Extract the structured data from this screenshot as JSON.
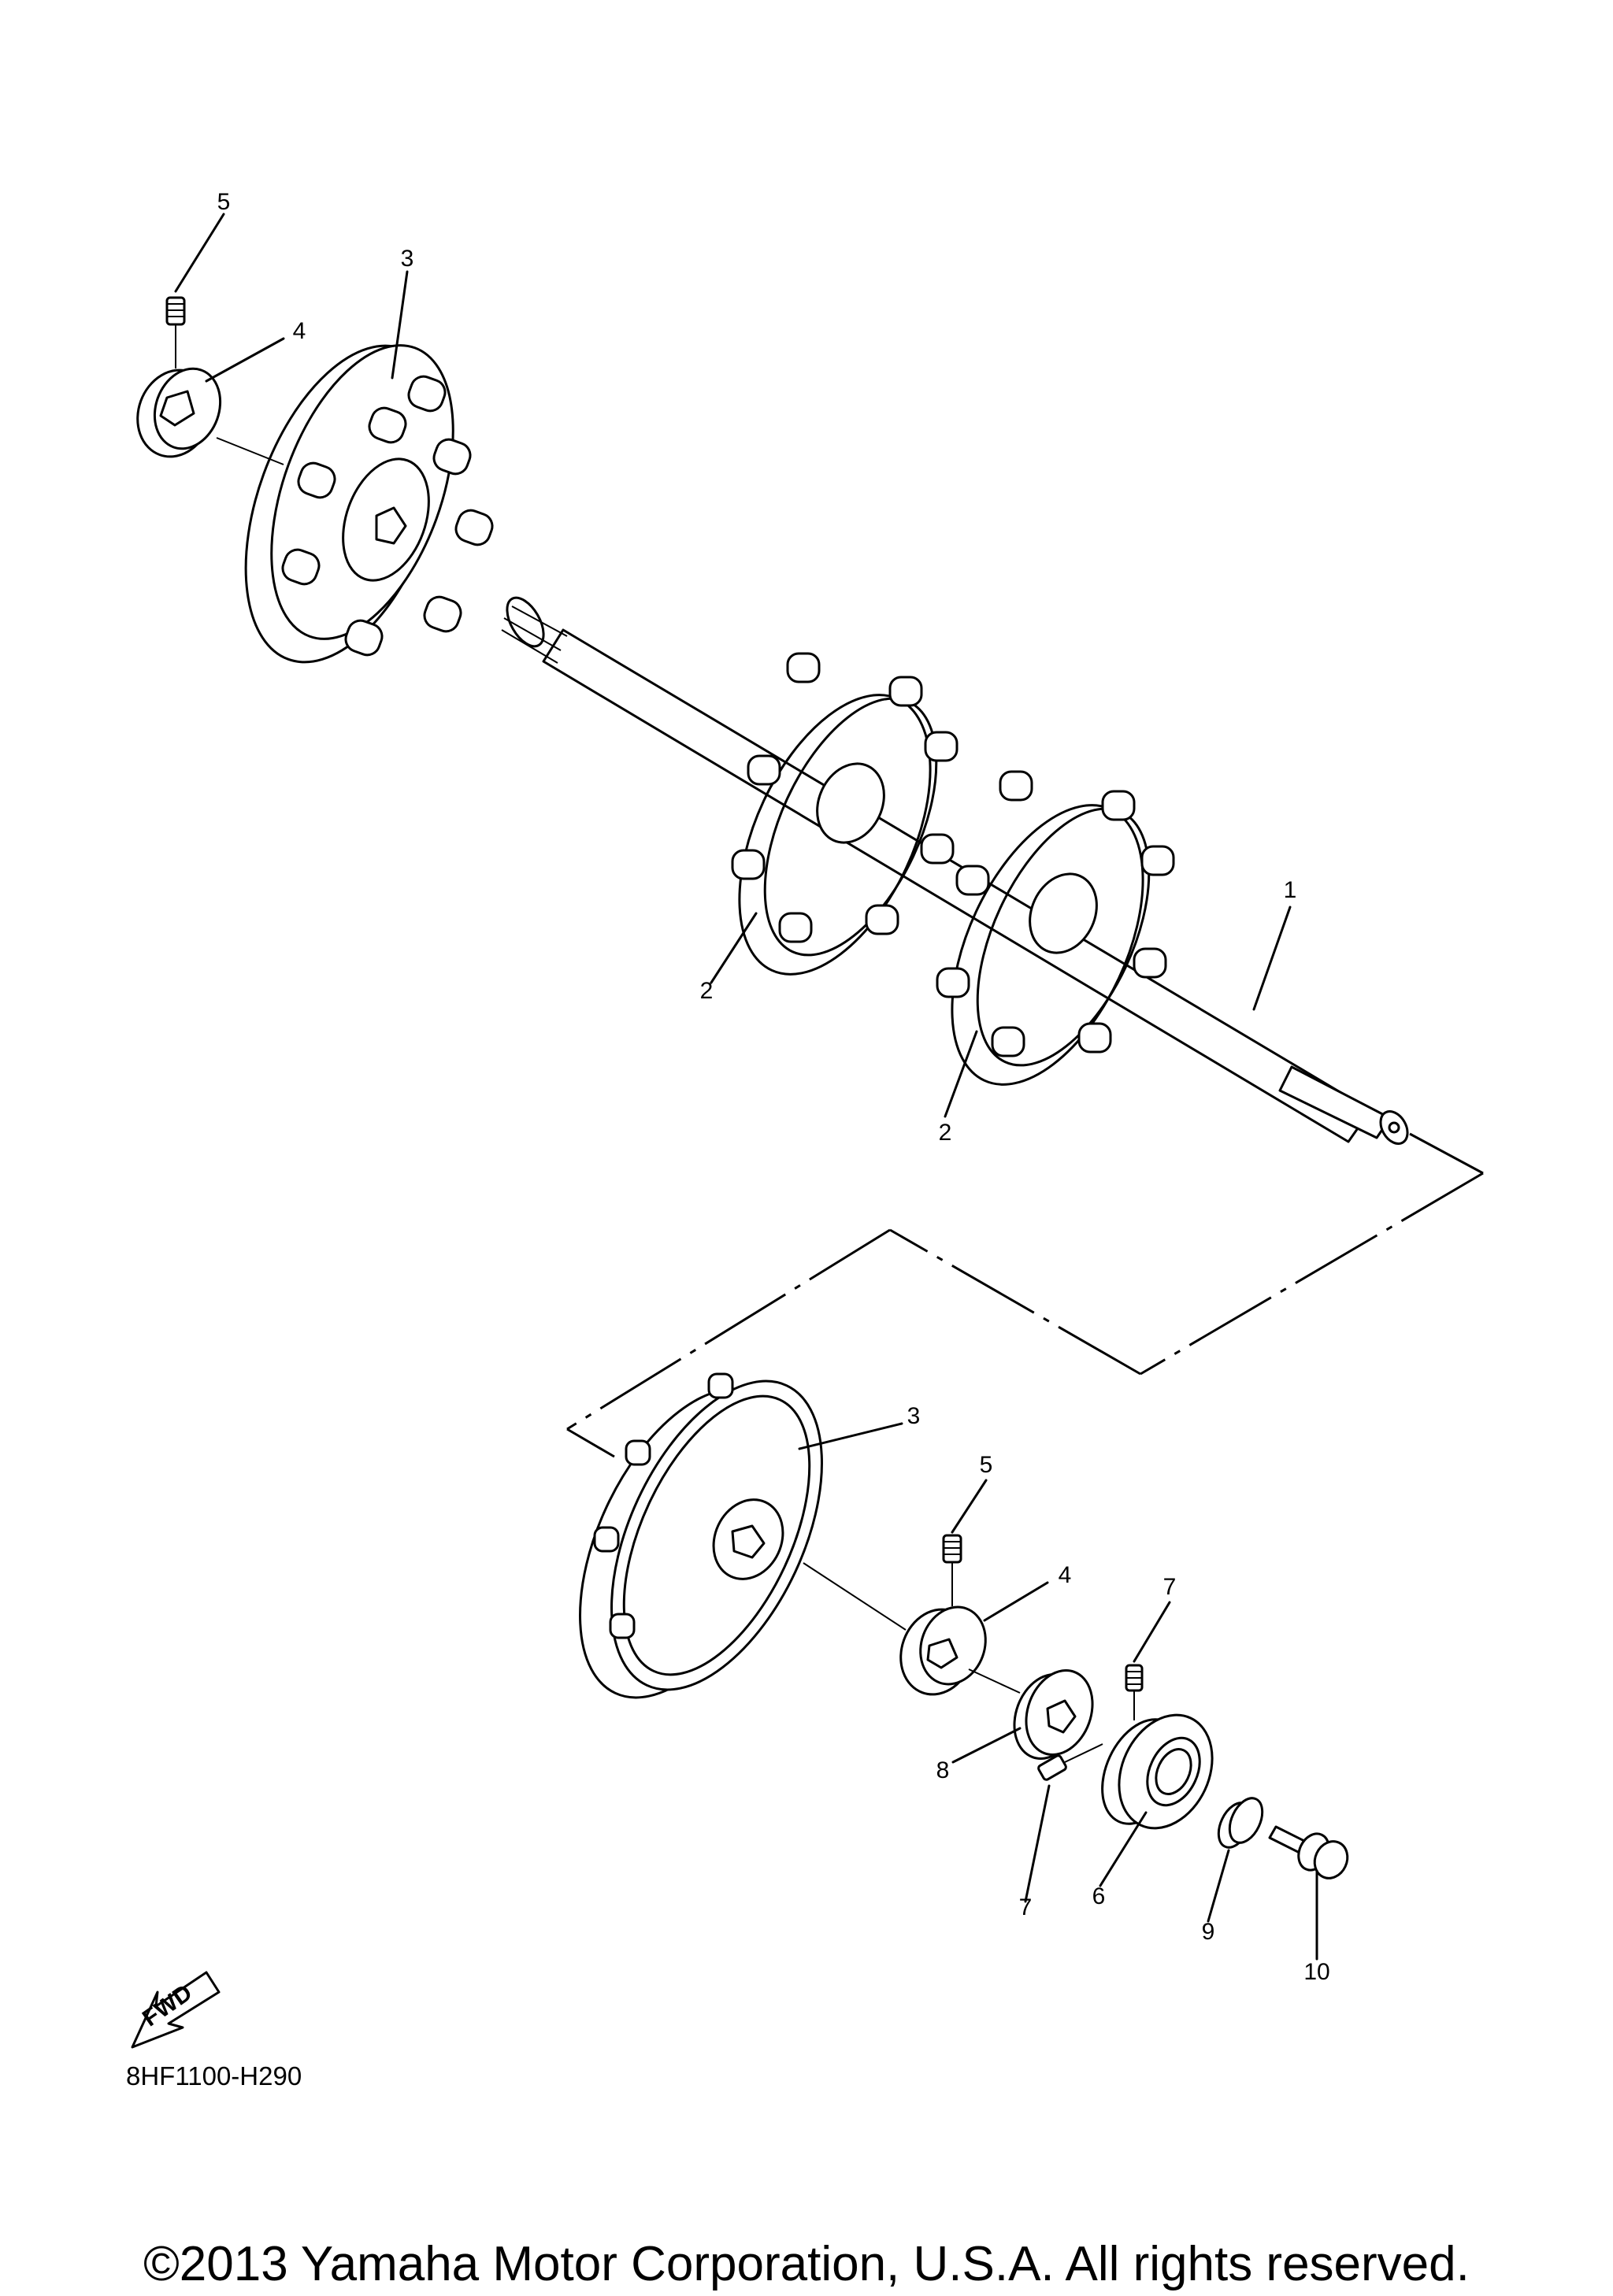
{
  "diagram": {
    "callouts": {
      "top_5": "5",
      "top_4": "4",
      "top_3": "3",
      "shaft_1": "1",
      "sprocket_2a": "2",
      "sprocket_2b": "2",
      "lower_3": "3",
      "lower_5": "5",
      "lower_4": "4",
      "upper_7": "7",
      "lower_7": "7",
      "part_8": "8",
      "part_6": "6",
      "part_9": "9",
      "part_10": "10"
    },
    "fwd_label": "FWD",
    "diagram_code": "8HF1100-H290"
  },
  "footer": {
    "copyright": "©2013 Yamaha Motor Corporation, U.S.A. All rights reserved."
  }
}
